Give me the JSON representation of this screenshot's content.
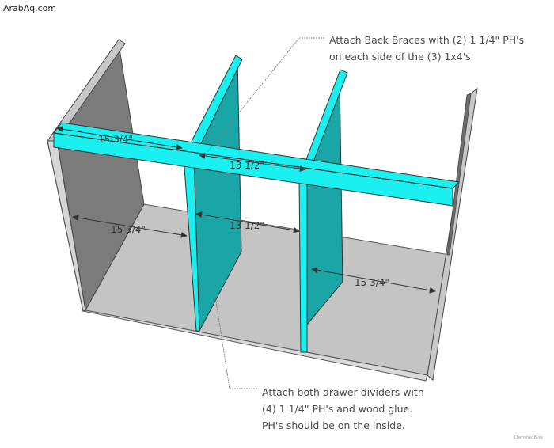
{
  "watermark": "ArabAq.com",
  "credit": "CherishedBliss",
  "callouts": {
    "top": [
      "Attach Back Braces with (2) 1 1/4\" PH's",
      "on each side of the (3) 1x4's"
    ],
    "bottom": [
      "Attach both drawer dividers with",
      "(4) 1 1/4\" PH's and wood glue.",
      "PH's should be on the inside."
    ]
  },
  "dimensions": {
    "brace_left": "15 3/4\"",
    "brace_middle": "13 1/2\"",
    "floor_left": "15 3/4\"",
    "floor_middle": "13 1/2\"",
    "floor_right": "15 3/4\""
  },
  "colors": {
    "side_panel_inside": "#7b7b7b",
    "panel_edge": "#c8c8c8",
    "floor": "#c4c4c4",
    "divider_face": "#1aa6a6",
    "divider_edge": "#19f0ef",
    "brace": "#19f0ef",
    "dimension_line": "#333333"
  }
}
